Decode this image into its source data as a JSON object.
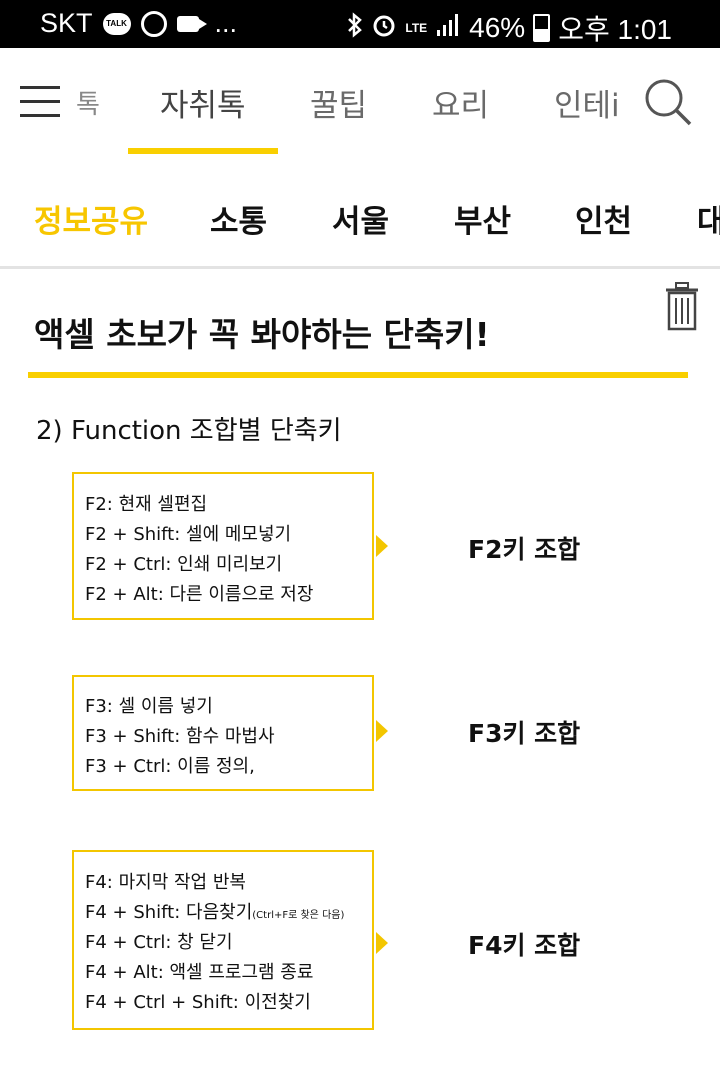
{
  "status_bar": {
    "carrier": "SKT",
    "talk_badge": "TALK",
    "more": "...",
    "network": "LTE",
    "battery": "46%",
    "time": "오후 1:01"
  },
  "top_nav": {
    "partial_left": "톡",
    "tabs": [
      "자취톡",
      "꿀팁",
      "요리",
      "인테i"
    ],
    "active_tab": "자취톡"
  },
  "categories": {
    "items": [
      "정보공유",
      "소통",
      "서울",
      "부산",
      "인천",
      "대"
    ],
    "active": "정보공유"
  },
  "article": {
    "title": "액셀 초보가 꼭 봐야하는 단축키!",
    "section": "2) Function 조합별 단축키",
    "groups": [
      {
        "label": "F2키 조합",
        "lines": [
          "F2: 현재 셀편집",
          "F2 + Shift: 셀에 메모넣기",
          "F2 + Ctrl: 인쇄 미리보기",
          "F2 + Alt: 다른 이름으로 저장"
        ]
      },
      {
        "label": "F3키 조합",
        "lines": [
          "F3: 셀 이름 넣기",
          "F3 + Shift: 함수 마법사",
          "F3 + Ctrl: 이름 정의,"
        ]
      },
      {
        "label": "F4키 조합",
        "lines": [
          "F4: 마지막 작업 반복",
          "F4 + Shift: 다음찾기",
          "F4 + Ctrl: 창 닫기",
          "F4 + Alt: 액셀 프로그램 종료",
          "F4 + Ctrl + Shift: 이전찾기"
        ],
        "note": "(Ctrl+F로 찾은 다음)"
      }
    ]
  },
  "colors": {
    "accent": "#f9cf00",
    "box_border": "#f3c600",
    "status_bg": "#000000"
  }
}
